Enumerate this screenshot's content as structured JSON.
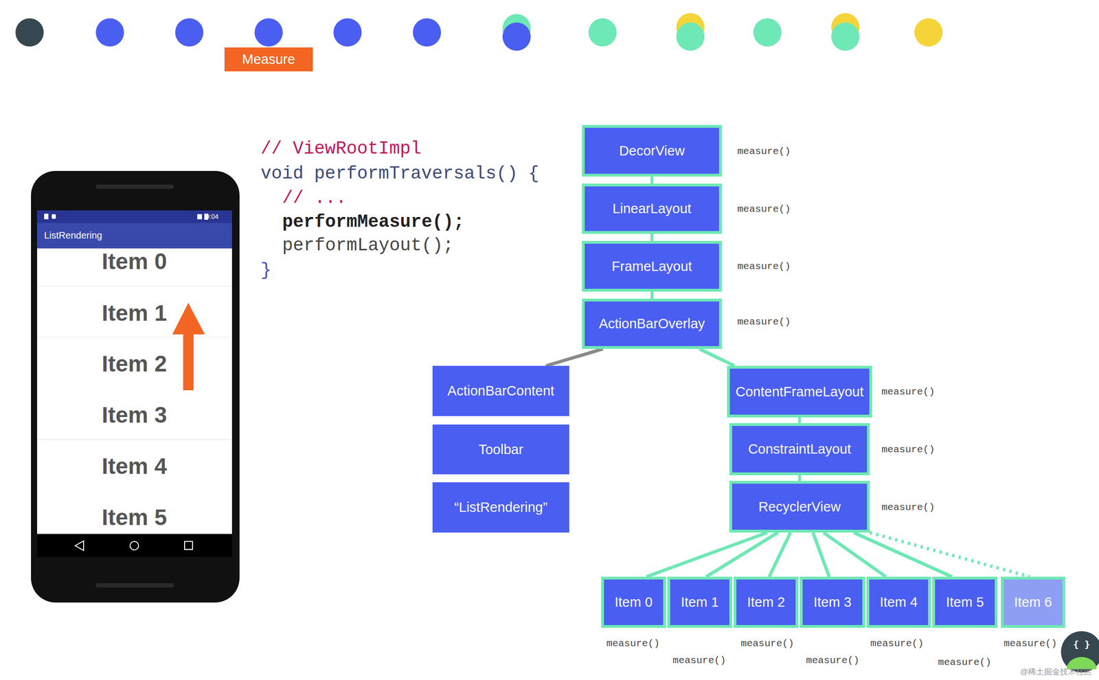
{
  "diagram": {
    "nodes": [
      {
        "text": [
          "DecorView"
        ]
      },
      {
        "text": [
          "LinearLayout"
        ]
      },
      {
        "text": [
          "FrameLayout"
        ]
      },
      {
        "text": [
          "ActionBarOverlay"
        ]
      },
      {
        "text": [
          "ActionBarContent"
        ]
      },
      {
        "text": [
          "Toolbar"
        ]
      },
      {
        "text": [
          "“ListRendering”"
        ]
      },
      {
        "text": [
          "ContentFrameLayout"
        ]
      },
      {
        "text": [
          "ConstraintLayout"
        ]
      },
      {
        "text": [
          "RecyclerView"
        ]
      },
      {
        "text": [
          "Item 0"
        ]
      },
      {
        "text": [
          "Item 1"
        ]
      },
      {
        "text": [
          "Item 2"
        ]
      },
      {
        "text": [
          "Item 3"
        ]
      },
      {
        "text": [
          "Item 4"
        ]
      },
      {
        "text": [
          "Item 5"
        ]
      },
      {
        "text": [
          "Item 6"
        ]
      }
    ],
    "edges": [
      {
        "from": 0,
        "to": 1,
        "arrow": "none"
      },
      {
        "from": 1,
        "to": 2,
        "arrow": "none"
      },
      {
        "from": 2,
        "to": 3,
        "arrow": "none"
      },
      {
        "from": 3,
        "to": 4,
        "arrow": "none"
      },
      {
        "from": 3,
        "to": 7,
        "arrow": "none"
      },
      {
        "from": 7,
        "to": 8,
        "arrow": "none"
      },
      {
        "from": 8,
        "to": 9,
        "arrow": "none"
      },
      {
        "from": 9,
        "to": 10,
        "arrow": "none"
      },
      {
        "from": 9,
        "to": 11,
        "arrow": "none"
      },
      {
        "from": 9,
        "to": 12,
        "arrow": "none"
      },
      {
        "from": 9,
        "to": 13,
        "arrow": "none"
      },
      {
        "from": 9,
        "to": 14,
        "arrow": "none"
      },
      {
        "from": 9,
        "to": 15,
        "arrow": "none"
      },
      {
        "from": 9,
        "to": 16,
        "arrow": "none"
      }
    ],
    "labels": [
      "Measure",
      "// ViewRootImpl",
      "void performTraversals() {",
      "// ...",
      "performMeasure();",
      "performLayout();",
      "}",
      "9:04",
      "ListRendering",
      "Item 0",
      "Item 1",
      "Item 2",
      "Item 3",
      "Item 4",
      "Item 5",
      "measure()",
      "measure()",
      "measure()",
      "measure()",
      "measure()",
      "measure()",
      "measure()",
      "measure()",
      "measure()",
      "measure()",
      "measure()",
      "measure()",
      "measure()",
      "measure()",
      "@稀土掘金技术社区",
      "{ }"
    ]
  }
}
